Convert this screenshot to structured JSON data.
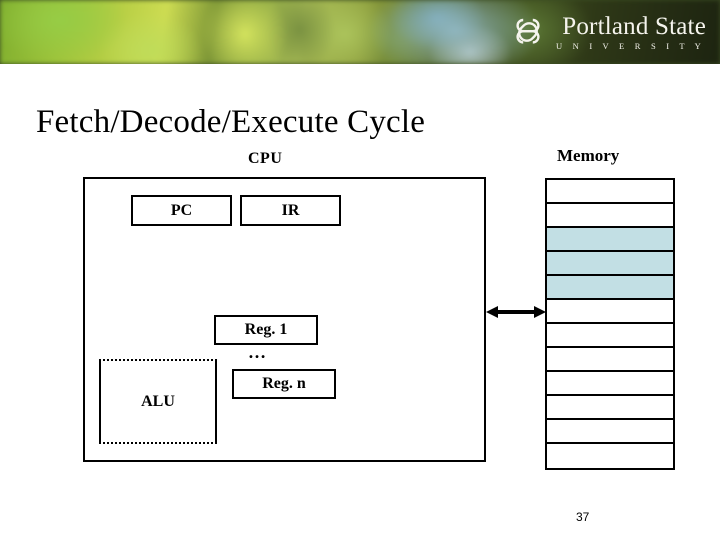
{
  "header": {
    "logo": {
      "mark_icon": "psu-knot-logo-icon",
      "name_line1": "Portland State",
      "name_line2": "U N I V E R S I T Y"
    }
  },
  "slide": {
    "title": "Fetch/Decode/Execute Cycle",
    "page_number": "37"
  },
  "diagram": {
    "cpu": {
      "label": "CPU",
      "pc_label": "PC",
      "ir_label": "IR",
      "reg_first_label": "Reg. 1",
      "reg_ellipsis": "…",
      "reg_last_label": "Reg. n",
      "alu_label": "ALU"
    },
    "bus": {
      "icon": "double-headed-arrow-icon"
    },
    "memory": {
      "label": "Memory",
      "cell_count": 12,
      "highlighted_cells": [
        2,
        3,
        4
      ],
      "highlight_color": "#c2dfe4",
      "cells": [
        {
          "index": 0,
          "highlighted": false
        },
        {
          "index": 1,
          "highlighted": false
        },
        {
          "index": 2,
          "highlighted": true
        },
        {
          "index": 3,
          "highlighted": true
        },
        {
          "index": 4,
          "highlighted": true
        },
        {
          "index": 5,
          "highlighted": false
        },
        {
          "index": 6,
          "highlighted": false
        },
        {
          "index": 7,
          "highlighted": false
        },
        {
          "index": 8,
          "highlighted": false
        },
        {
          "index": 9,
          "highlighted": false
        },
        {
          "index": 10,
          "highlighted": false
        },
        {
          "index": 11,
          "highlighted": false
        }
      ]
    }
  },
  "colors": {
    "stroke": "#000000",
    "memory_highlight": "#c2dfe4",
    "logo_text": "#f5f4ed"
  }
}
